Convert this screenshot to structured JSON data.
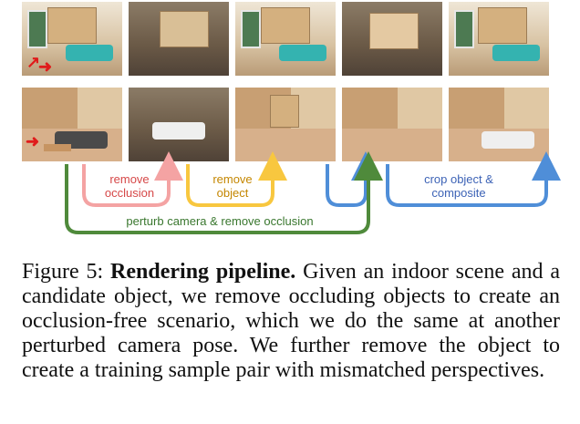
{
  "labels": {
    "remove_occlusion_line1": "remove",
    "remove_occlusion_line2": "occlusion",
    "remove_object_line1": "remove",
    "remove_object_line2": "object",
    "crop_line1": "crop object &",
    "crop_line2": "composite",
    "perturb": "perturb camera & remove occlusion"
  },
  "caption": {
    "prefix": "Figure 5: ",
    "bold": "Rendering pipeline.",
    "text": " Given an indoor scene and a candidate object, we remove occluding objects to create an occlusion-free scenario, which we do the same at another perturbed camera pose.  We further remove the object to create a training sample pair with mismatched perspectives."
  },
  "colors": {
    "red": "#f4a3a3",
    "yellow": "#f8c73f",
    "blue": "#4f8ed8",
    "green": "#4f8a3b"
  }
}
